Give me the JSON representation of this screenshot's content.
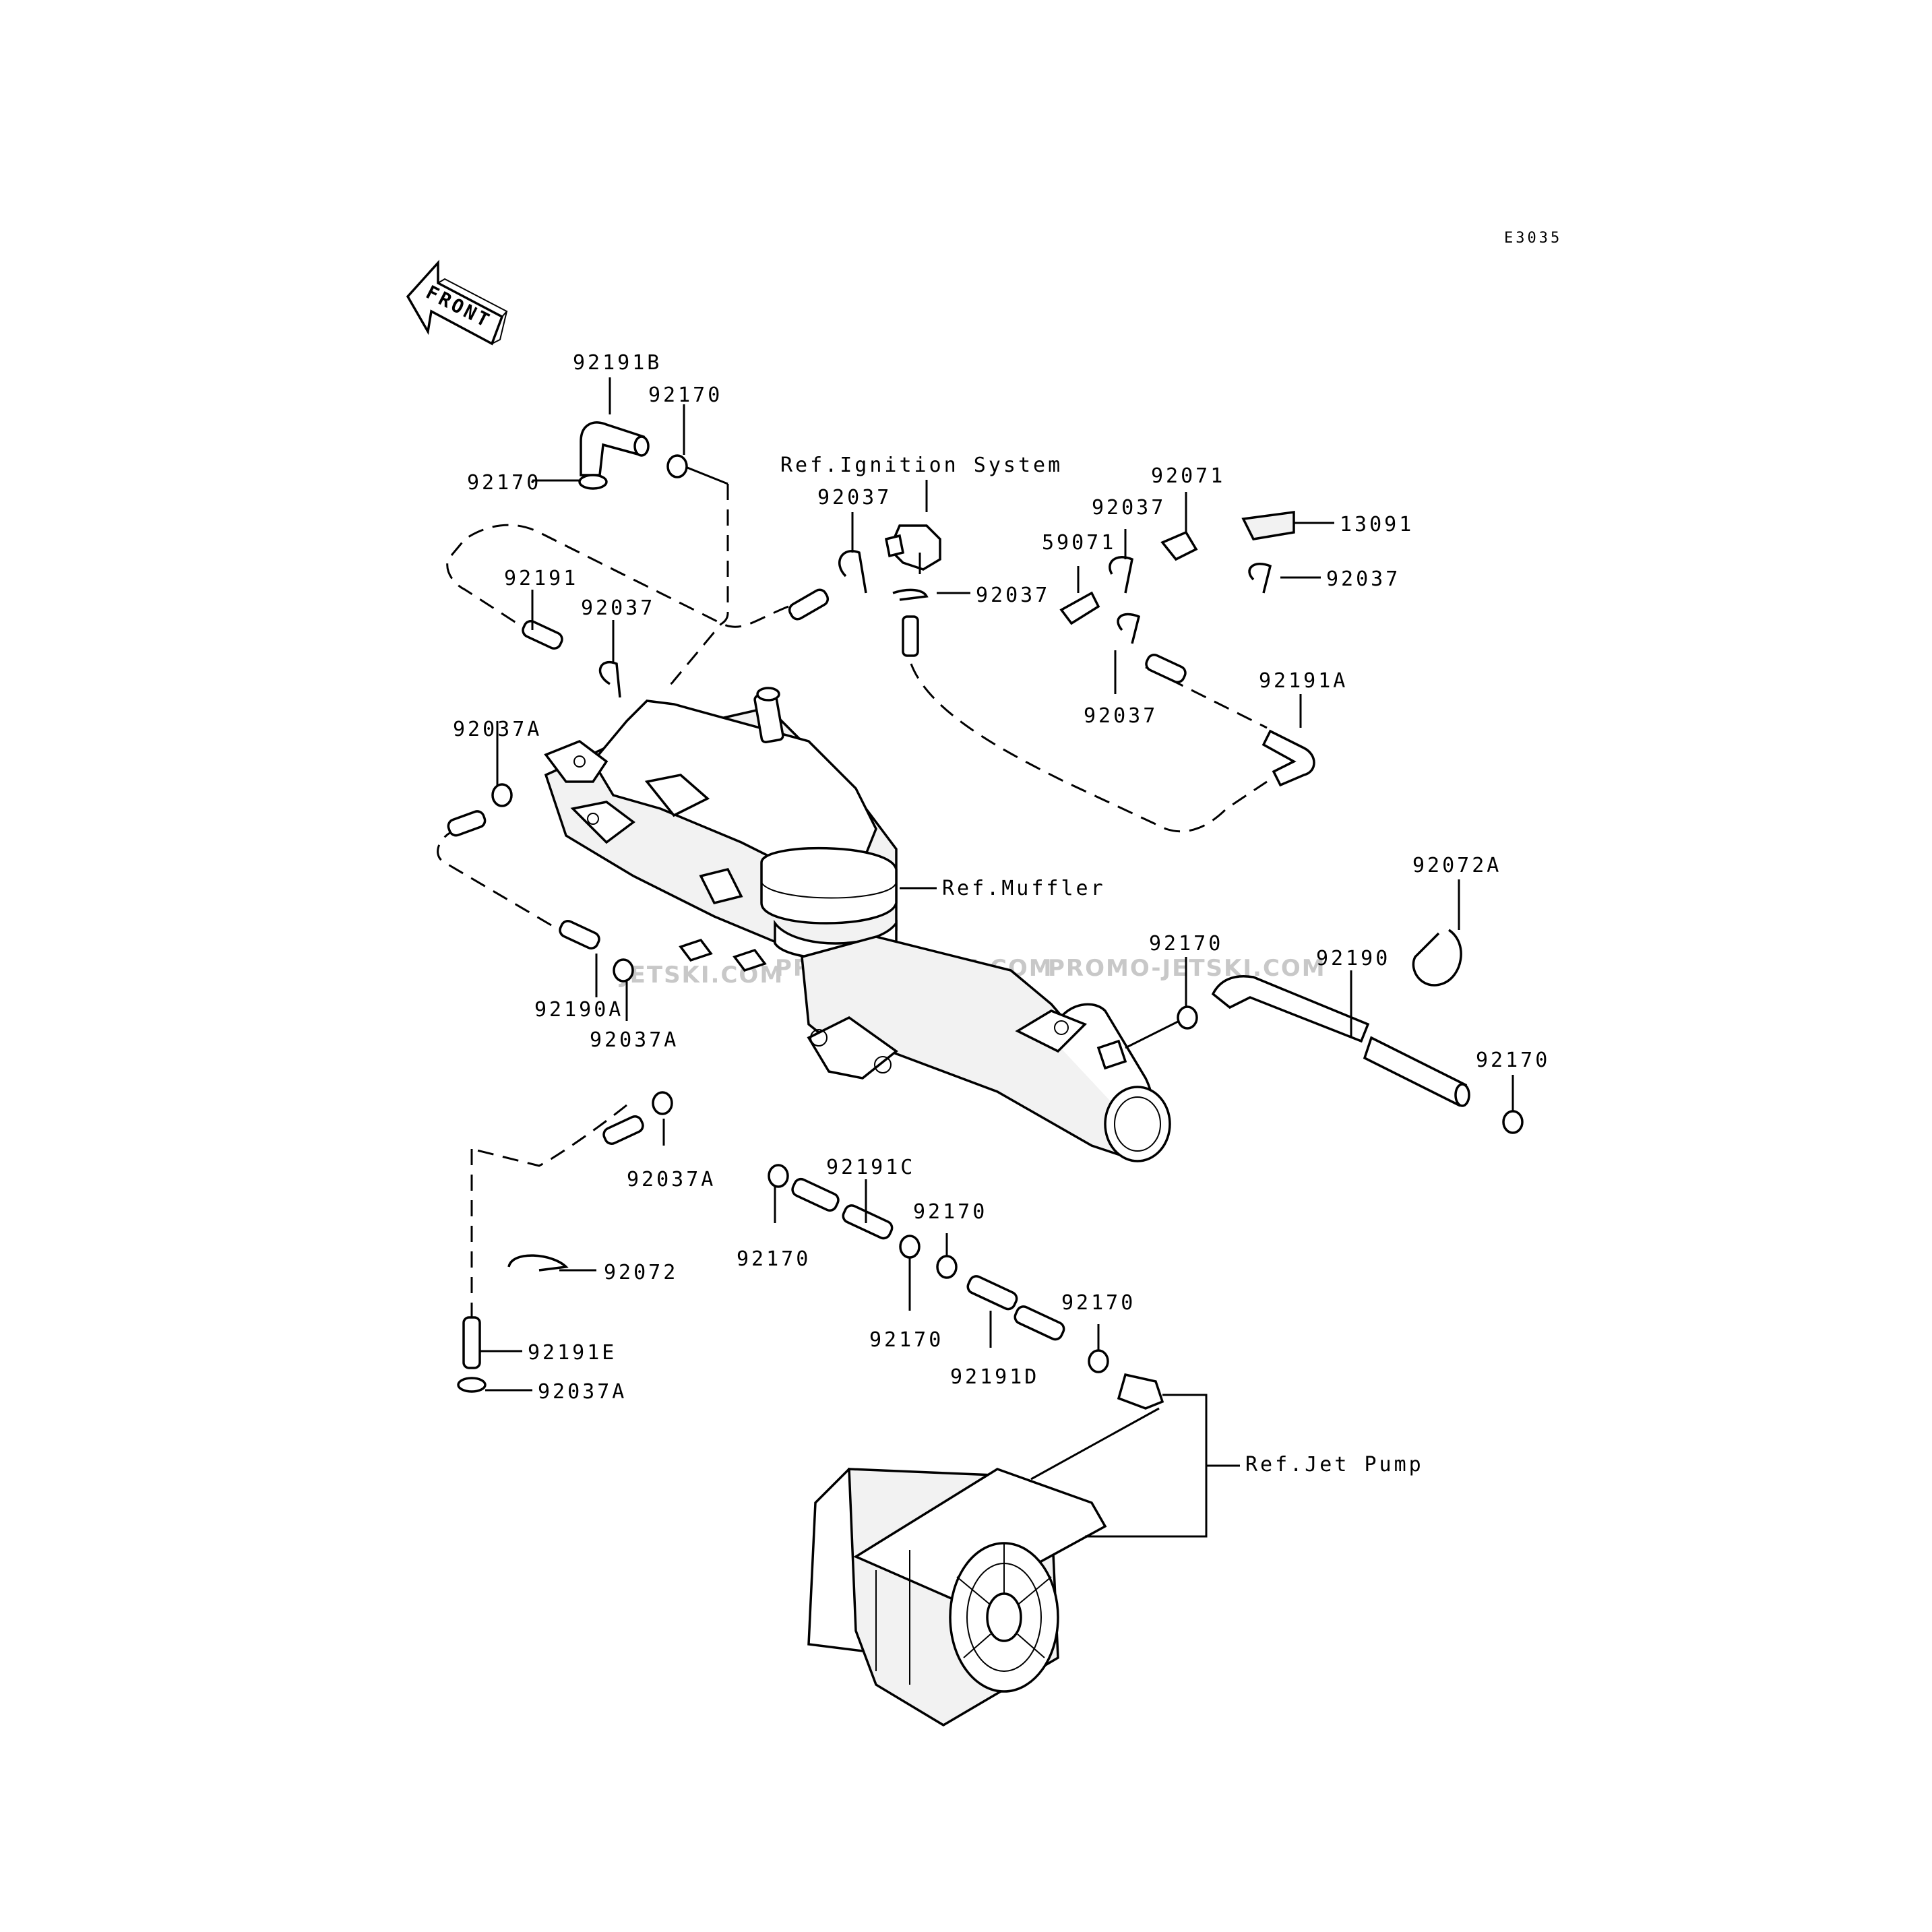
{
  "diagram_code": "E3035",
  "front_label": "FRONT",
  "watermark": [
    "PROMO-JETSKI.COM",
    "PROMO-JETSKI.COM",
    "JETSKI.COM"
  ],
  "references": {
    "ignition": "Ref.Ignition System",
    "muffler": "Ref.Muffler",
    "jet_pump": "Ref.Jet Pump"
  },
  "callouts": [
    {
      "id": "c01",
      "part": "92191B"
    },
    {
      "id": "c02",
      "part": "92170"
    },
    {
      "id": "c03",
      "part": "92170"
    },
    {
      "id": "c04",
      "part": "92037"
    },
    {
      "id": "c05",
      "part": "92037"
    },
    {
      "id": "c06",
      "part": "92191"
    },
    {
      "id": "c07",
      "part": "92037"
    },
    {
      "id": "c08",
      "part": "59071"
    },
    {
      "id": "c09",
      "part": "92037"
    },
    {
      "id": "c10",
      "part": "92071"
    },
    {
      "id": "c11",
      "part": "13091"
    },
    {
      "id": "c12",
      "part": "92037"
    },
    {
      "id": "c13",
      "part": "92037"
    },
    {
      "id": "c14",
      "part": "92191A"
    },
    {
      "id": "c15",
      "part": "92037A"
    },
    {
      "id": "c16",
      "part": "92072A"
    },
    {
      "id": "c17",
      "part": "92170"
    },
    {
      "id": "c18",
      "part": "92190"
    },
    {
      "id": "c19",
      "part": "92190A"
    },
    {
      "id": "c20",
      "part": "92037A"
    },
    {
      "id": "c21",
      "part": "92170"
    },
    {
      "id": "c22",
      "part": "92037A"
    },
    {
      "id": "c23",
      "part": "92191C"
    },
    {
      "id": "c24",
      "part": "92170"
    },
    {
      "id": "c25",
      "part": "92170"
    },
    {
      "id": "c26",
      "part": "92072"
    },
    {
      "id": "c27",
      "part": "92170"
    },
    {
      "id": "c28",
      "part": "92170"
    },
    {
      "id": "c29",
      "part": "92191D"
    },
    {
      "id": "c30",
      "part": "92191E"
    },
    {
      "id": "c31",
      "part": "92037A"
    }
  ]
}
